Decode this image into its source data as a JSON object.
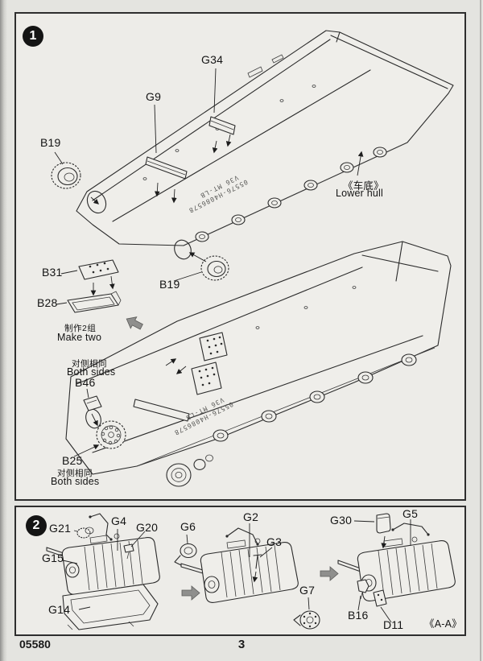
{
  "page": {
    "kit_number": "05580",
    "page_number": "3"
  },
  "step1": {
    "number": "1",
    "hull_caption_zh": "《车底》",
    "hull_caption_en": "Lower hull",
    "make_two_zh": "制作2组",
    "make_two_en": "Make two",
    "both_sides_zh": "对侧相同",
    "both_sides_en": "Both sides",
    "molded_text_line1": "05576-H4086578",
    "molded_text_line2": "V36 MT-LB",
    "parts": {
      "g34": "G34",
      "g9": "G9",
      "b19_upper": "B19",
      "b19_lower": "B19",
      "b31": "B31",
      "b28": "B28",
      "b46": "B46",
      "b25": "B25"
    }
  },
  "step2": {
    "number": "2",
    "section_label": "《A-A》",
    "parts": {
      "g21": "G21",
      "g4": "G4",
      "g20": "G20",
      "g15": "G15",
      "g14": "G14",
      "g6": "G6",
      "g2": "G2",
      "g3": "G3",
      "g7": "G7",
      "g30": "G30",
      "g5": "G5",
      "b16": "B16",
      "d11": "D11"
    }
  }
}
